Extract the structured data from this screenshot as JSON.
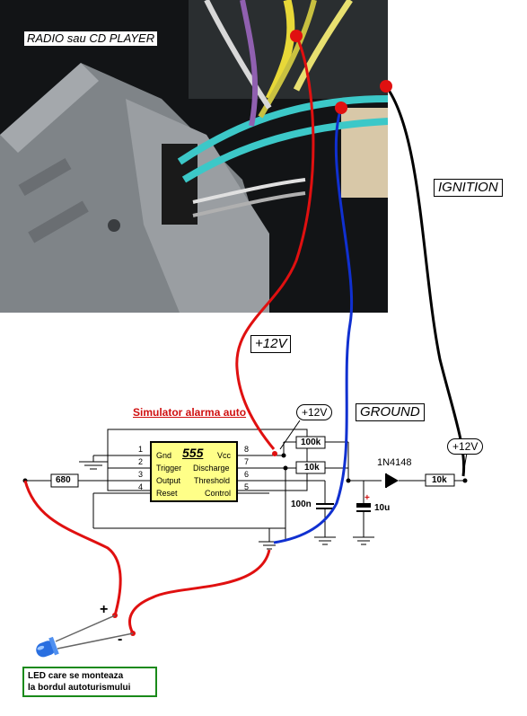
{
  "photo": {
    "title": "RADIO sau CD PLAYER",
    "colors": {
      "metal": "#8a8e92",
      "dark": "#101214",
      "cyan": "#3cc8c8",
      "yellow": "#e8d838"
    }
  },
  "labels": {
    "ignition": "IGNITION",
    "plus12_radio": "+12V",
    "ground": "GROUND",
    "plus12_pin8": "+12V",
    "plus12_right": "+12V"
  },
  "circuit": {
    "title": "Simulator alarma auto",
    "chip_number": "555",
    "pins_left": [
      {
        "num": "1",
        "name": "Gnd"
      },
      {
        "num": "2",
        "name": "Trigger"
      },
      {
        "num": "3",
        "name": "Output"
      },
      {
        "num": "4",
        "name": "Reset"
      }
    ],
    "pins_right": [
      {
        "num": "8",
        "name": "Vcc"
      },
      {
        "num": "7",
        "name": "Discharge"
      },
      {
        "num": "6",
        "name": "Threshold"
      },
      {
        "num": "5",
        "name": "Control"
      }
    ],
    "resistors": {
      "r_100k": "100k",
      "r_10k_timer": "10k",
      "r_10k_ignition": "10k",
      "r_680": "680"
    },
    "capacitors": {
      "c_100n": "100n",
      "c_10u": "10u",
      "c_10u_polarity": "+"
    },
    "diode": "1N4148"
  },
  "led": {
    "plus": "+",
    "minus": "-",
    "note_line1": "LED care se monteaza",
    "note_line2": "la bordul autoturismului",
    "colors": {
      "led": "#2a6fe0",
      "note_border": "#1a8a1a"
    }
  },
  "wire_colors": {
    "plus12": "#e01010",
    "ground": "#1030d0",
    "ignition": "#000000",
    "led": "#e01010"
  }
}
